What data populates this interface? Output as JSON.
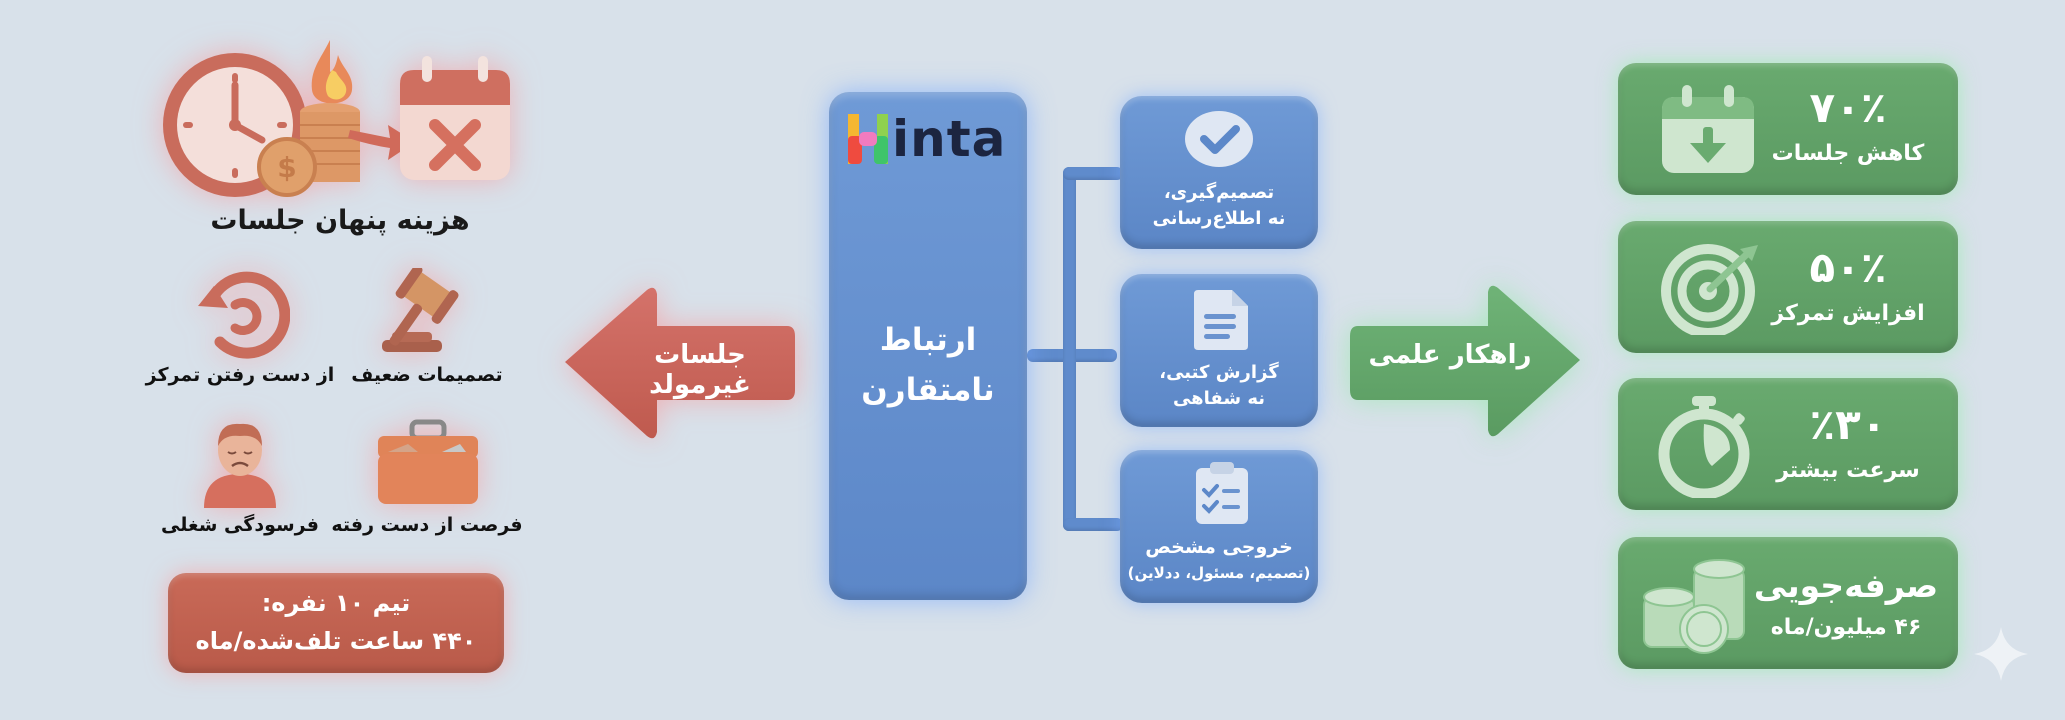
{
  "left_section": {
    "title": "هزینه پنهان جلسات",
    "header_icons": [
      "clock-icon",
      "coins-fire-icon",
      "calendar-cancel-icon"
    ],
    "issues": [
      {
        "label": "تصمیمات ضعیف",
        "icon": "gavel-icon"
      },
      {
        "label": "از دست رفتن تمرکز",
        "icon": "undo-circle-icon"
      },
      {
        "label": "فرصت از دست رفته",
        "icon": "open-briefcase-icon"
      },
      {
        "label": "فرسودگی شغلی",
        "icon": "tired-person-icon"
      }
    ],
    "team_box": {
      "line1": "تیم ۱۰ نفره:",
      "line2": "۴۴۰ ساعت تلف‌شده/ماه"
    },
    "accent_color": "#c0604e"
  },
  "left_arrow": {
    "label": "جلسات غیرمولد",
    "color": "#c96555"
  },
  "center": {
    "logo": "inta",
    "logo_letter": "H",
    "title_line1": "ارتباط",
    "title_line2": "نامتقارن",
    "color": "#6690cf",
    "features": [
      {
        "line1": "تصمیم‌گیری،",
        "line2": "نه اطلاع‌رسانی",
        "icon": "check-circle-icon"
      },
      {
        "line1": "گزارش کتبی،",
        "line2": "نه شفاهی",
        "icon": "document-icon"
      },
      {
        "line1": "خروجی مشخص",
        "line2": "(تصمیم، مسئول، ددلاین)",
        "icon": "checklist-clipboard-icon"
      }
    ]
  },
  "right_arrow": {
    "label": "راهکار علمی",
    "color": "#63a46a"
  },
  "results": [
    {
      "value": "۷۰٪",
      "label": "کاهش جلسات",
      "icon": "calendar-down-icon"
    },
    {
      "value": "۵۰٪",
      "label": "افزایش تمرکز",
      "icon": "target-icon"
    },
    {
      "value": "٪۳۰",
      "label": "سرعت بیشتر",
      "icon": "stopwatch-icon"
    },
    {
      "value": "صرفه‌جویی",
      "label": "۴۶ میلیون/ماه",
      "icon": "coin-stacks-icon"
    }
  ],
  "colors": {
    "background": "#d8e1ea",
    "red": "#c0604e",
    "blue": "#6690cf",
    "green": "#63a46a"
  }
}
